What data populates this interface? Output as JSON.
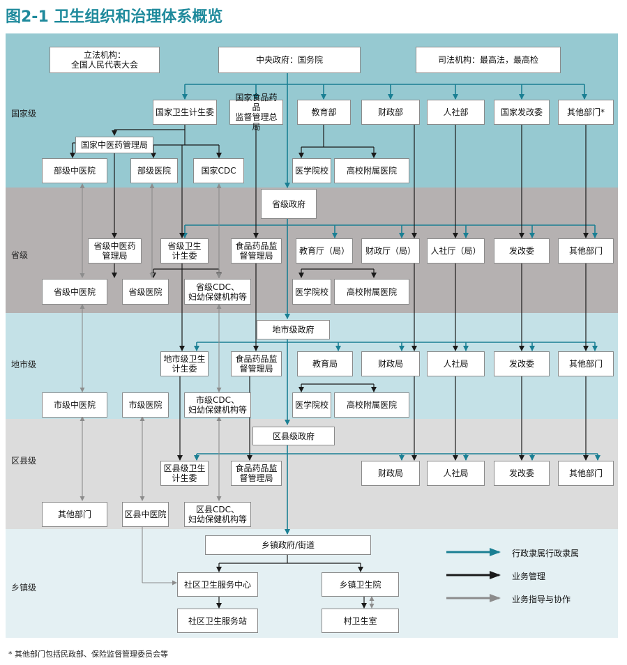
{
  "title": "图2-1 卫生组织和治理体系概览",
  "levels": {
    "national": "国家级",
    "provincial": "省级",
    "municipal": "地市级",
    "county": "区县级",
    "township": "乡镇级"
  },
  "national": {
    "legislature": "立法机构：\n全国人民代表大会",
    "central_gov": "中央政府：国务院",
    "judiciary": "司法机构：最高法，最高检",
    "health_commission": "国家卫生计生委",
    "fda": "国家食品药品\n监督管理总局",
    "education": "教育部",
    "finance": "财政部",
    "hr": "人社部",
    "ndrc": "国家发改委",
    "other": "其他部门*",
    "tcm_admin": "国家中医药管理局",
    "ministerial_tcm_hospital": "部级中医院",
    "ministerial_hospital": "部级医院",
    "cdc": "国家CDC",
    "medical_school": "医学院校",
    "university_hospital": "高校附属医院"
  },
  "provincial": {
    "gov": "省级政府",
    "tcm_admin": "省级中医药\n管理局",
    "health_commission": "省级卫生\n计生委",
    "fda": "食品药品监\n督管理局",
    "education": "教育厅（局）",
    "finance": "财政厅（局）",
    "hr": "人社厅（局）",
    "ndrc": "发改委",
    "other": "其他部门",
    "tcm_hospital": "省级中医院",
    "hospital": "省级医院",
    "cdc": "省级CDC、\n妇幼保健机构等",
    "medical_school": "医学院校",
    "university_hospital": "高校附属医院"
  },
  "municipal": {
    "gov": "地市级政府",
    "health_commission": "地市级卫生\n计生委",
    "fda": "食品药品监\n督管理局",
    "education": "教育局",
    "finance": "财政局",
    "hr": "人社局",
    "ndrc": "发改委",
    "other": "其他部门",
    "tcm_hospital": "市级中医院",
    "hospital": "市级医院",
    "cdc": "市级CDC、\n妇幼保健机构等",
    "medical_school": "医学院校",
    "university_hospital": "高校附属医院"
  },
  "county": {
    "gov": "区县级政府",
    "health_commission": "区县级卫生\n计生委",
    "fda": "食品药品监\n督管理局",
    "finance": "财政局",
    "hr": "人社局",
    "ndrc": "发改委",
    "other": "其他部门",
    "other_depts": "其他部门",
    "tcm_hospital": "区县中医院",
    "cdc": "区县CDC、\n妇幼保健机构等"
  },
  "township": {
    "gov": "乡镇政府/街道",
    "community_center": "社区卫生服务中心",
    "township_hospital": "乡镇卫生院",
    "community_station": "社区卫生服务站",
    "village_clinic": "村卫生室"
  },
  "legend": {
    "admin": "行政隶属行政隶属",
    "business": "业务管理",
    "guidance": "业务指导与协作"
  },
  "footnote": "* 其他部门包括民政部、保险监督管理委员会等",
  "colors": {
    "teal": "#1a7f93",
    "black": "#1a1a1a",
    "gray": "#8c8c8c",
    "band_national": "#96c9d1",
    "band_provincial": "#b5b1b1",
    "band_municipal": "#c4e1e7",
    "band_county": "#dcdcdc",
    "band_township": "#e4f0f3"
  }
}
